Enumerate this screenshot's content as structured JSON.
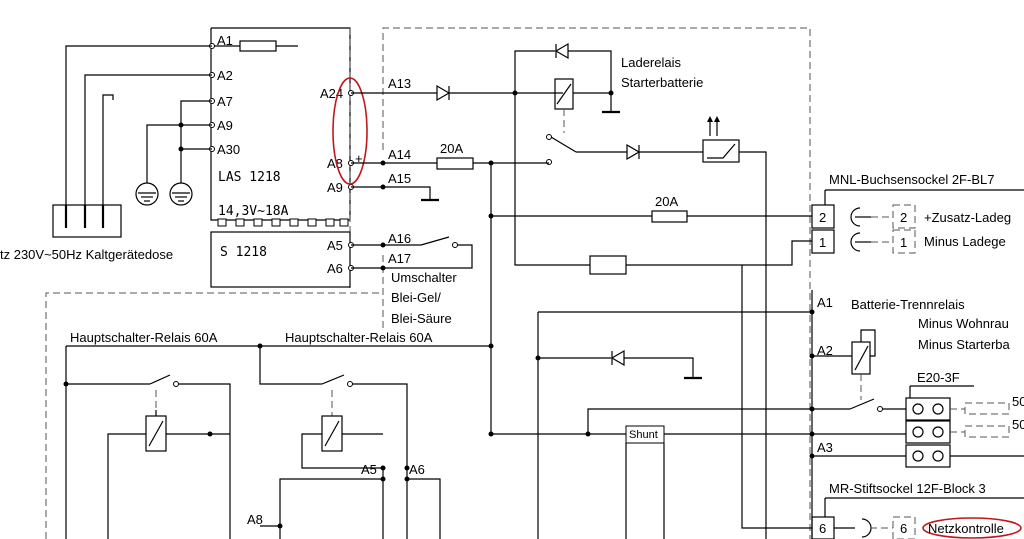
{
  "labels": {
    "laderelais_1": "Laderelais",
    "laderelais_2": "Starterbatterie",
    "las": "LAS  1218",
    "rating": "14,3V~18A",
    "s1218": "S  1218",
    "netz": "tz 230V~50Hz Kaltgerätedose",
    "umschalter_1": "Umschalter",
    "umschalter_2": "Blei-Gel/",
    "umschalter_3": "Blei-Säure",
    "haupt_1": "Hauptschalter-Relais 60A",
    "haupt_2": "Hauptschalter-Relais 60A",
    "mnl": "MNL-Buchsensockel 2F-BL7",
    "zusatz": "+Zusatz-Ladeg",
    "minus_lade": "Minus Ladege",
    "trennrelais": "Batterie-Trennrelais",
    "minus_wohn": "Minus Wohnrau",
    "minus_starter": "Minus Starterba",
    "e20": "E20-3F",
    "mr": "MR-Stiftsockel 12F-Block 3",
    "netzkontrolle": "Netzkontrolle",
    "shunt": "Shunt",
    "fuse_20a_1": "20A",
    "fuse_20a_2": "20A",
    "fifty_1": "50",
    "fifty_2": "50"
  },
  "terminals": {
    "a1": "A1",
    "a2": "A2",
    "a7": "A7",
    "a9": "A9",
    "a30": "A30",
    "a24": "A24",
    "a8": "A8",
    "a9b": "A9",
    "a5": "A5",
    "a6": "A6",
    "a13": "A13",
    "a14": "A14",
    "a15": "A15",
    "a16": "A16",
    "a17": "A17",
    "a5b": "A5",
    "a6b": "A6",
    "a8b": "A8",
    "r_a1": "A1",
    "r_a2": "A2",
    "r_a3": "A3",
    "pin2": "2",
    "pin1": "1",
    "pin2b": "2",
    "pin1b": "1",
    "pin6": "6",
    "pin6b": "6",
    "plus": "+"
  }
}
